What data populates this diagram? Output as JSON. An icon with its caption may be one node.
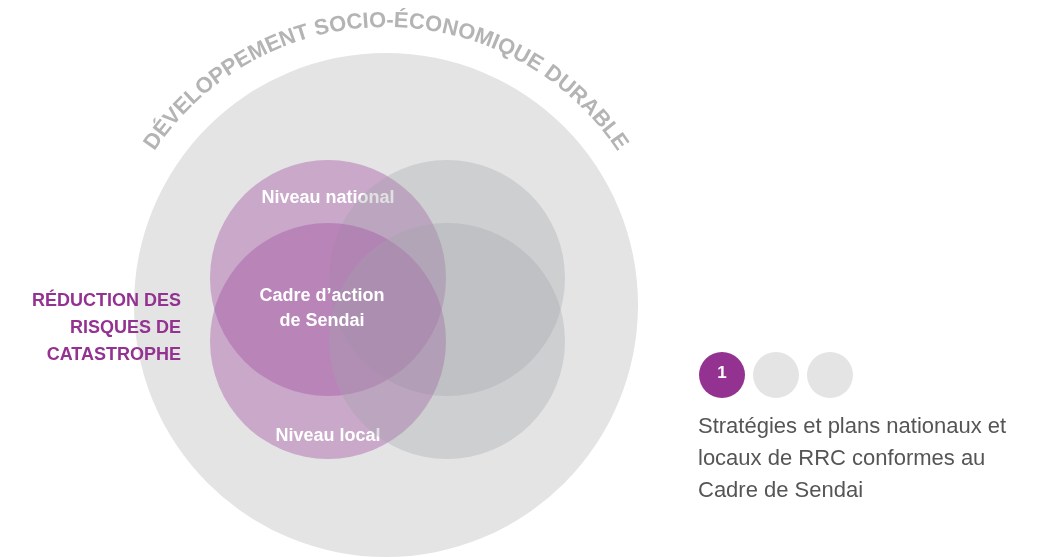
{
  "diagram": {
    "nodes": [
      {
        "text": [
          "DÉVELOPPEMENT SOCIO-ÉCONOMIQUE DURABLE"
        ]
      },
      {
        "text": [
          "Niveau national"
        ],
        "in": 0
      },
      {
        "text": [],
        "shape": "circle",
        "in": 0
      },
      {
        "text": [
          "Niveau local"
        ],
        "in": 0
      },
      {
        "text": [],
        "shape": "circle",
        "in": 0
      },
      {
        "text": [
          "1"
        ]
      },
      {
        "text": [],
        "shape": "circle"
      },
      {
        "text": [],
        "shape": "circle"
      }
    ],
    "labels": [
      "RÉDUCTION DES RISQUES DE CATASTROPHE",
      "Cadre d’action de Sendai",
      "Stratégies et plans nationaux et locaux de RRC conformes au Cadre de Sendai"
    ]
  }
}
